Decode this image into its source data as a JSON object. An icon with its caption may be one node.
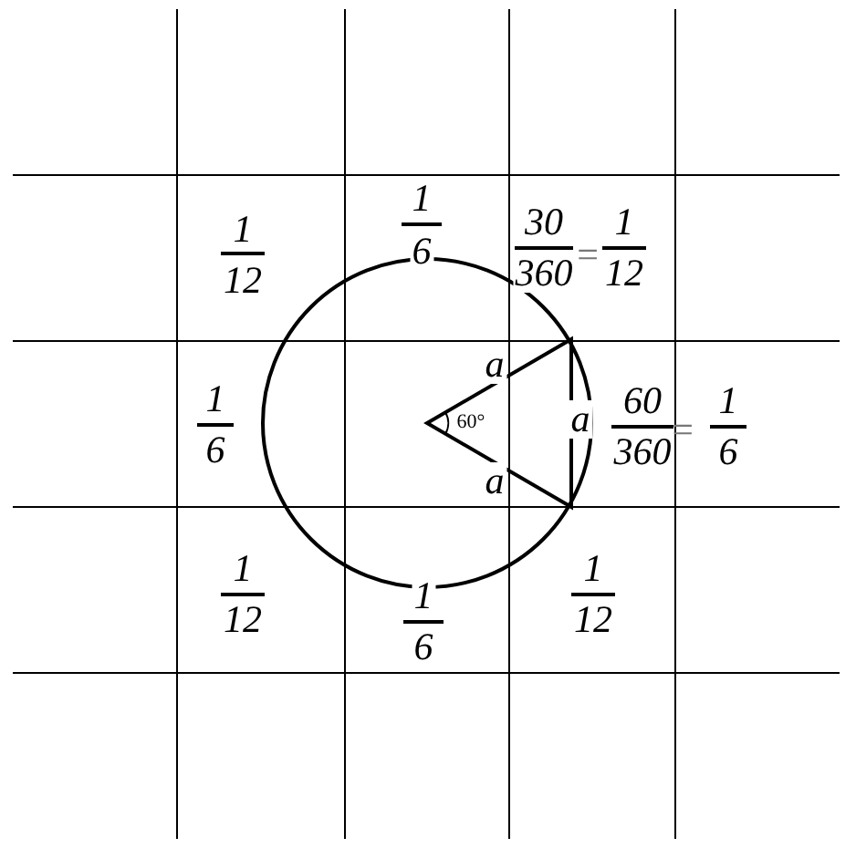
{
  "diagram": {
    "labels": [
      "1",
      "1",
      "30",
      "1",
      "6",
      "=",
      "12",
      "360",
      "12",
      "a",
      "1",
      "60",
      "1",
      "60°",
      "a",
      "=",
      "6",
      "360",
      "6",
      "a",
      "1",
      "1",
      "1",
      "12",
      "12",
      "6"
    ]
  }
}
